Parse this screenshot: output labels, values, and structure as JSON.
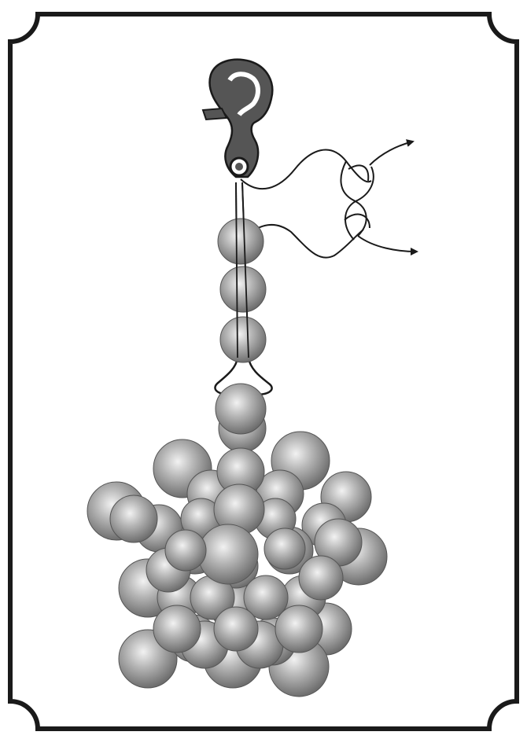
{
  "illustration": {
    "subject": "beaded-keychain-with-lobster-clasp",
    "colors": {
      "background": "#ffffff",
      "frame": "#1a1a1a",
      "clasp": "#555555",
      "thread": "#1a1a1a",
      "bead_light": "#f2f2f2",
      "bead_mid": "#a8a8a8",
      "bead_dark": "#6e6e6e"
    },
    "icons": {
      "clasp": "lobster-clasp-icon",
      "arrow": "arrow-right-icon",
      "knot": "double-knot-icon"
    },
    "thread_ends": 2,
    "stem_bead_count": 3,
    "cluster_bead_count": 42
  }
}
